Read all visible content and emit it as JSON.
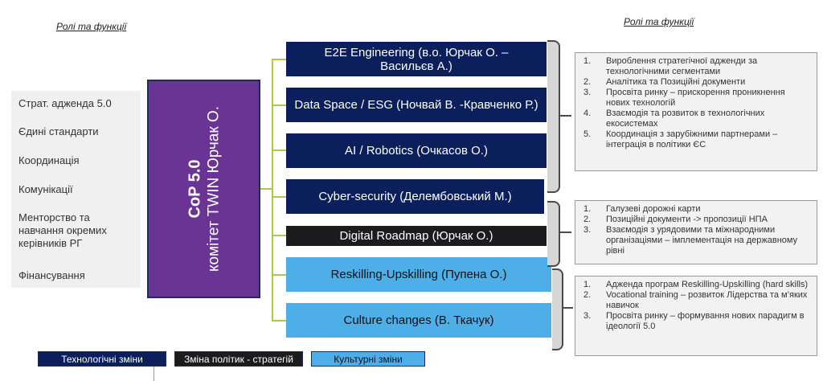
{
  "headings": {
    "left": "Ролі та функції",
    "right": "Ролі та функції"
  },
  "left_panel": {
    "items": [
      "Страт. адженда 5.0",
      "Єдині стандарти",
      "Координація",
      "Комунікації",
      "Менторство та навчання окремих керівників РГ",
      "Фінансування"
    ]
  },
  "central": {
    "title": "CoP 5.0",
    "subtitle": "комітет TWIN Юрчак О."
  },
  "groups": [
    {
      "label": "E2E Engineering (в.о. Юрчак О. – Васильєв А.)",
      "category": "tech"
    },
    {
      "label": "Data Space / ESG (Ночвай В. -Кравченко Р.)",
      "category": "tech"
    },
    {
      "label": "AI / Robotics (Очкасов О.)",
      "category": "tech"
    },
    {
      "label": "Cyber-security (Делембовський М.)",
      "category": "tech"
    },
    {
      "label": "Digital Roadmap (Юрчак О.)",
      "category": "policy"
    },
    {
      "label": "Reskilling-Upskilling (Пупена О.)",
      "category": "culture"
    },
    {
      "label": "Culture changes (В. Ткачук)",
      "category": "culture"
    }
  ],
  "functions": [
    {
      "items": [
        {
          "num": "1.",
          "text": "Вироблення стратегічної адженди за технологічними сегментами"
        },
        {
          "num": "2.",
          "text": "Аналітика та Позиційні документи"
        },
        {
          "num": "3.",
          "text": "Просвіта ринку – прискорення проникнення нових технологій"
        },
        {
          "num": "4.",
          "text": "Взаємодія та розвиток в технологічних екосистемах"
        },
        {
          "num": "5.",
          "text": "Координація з зарубіжними партнерами – інтеграція в політики ЄС"
        }
      ]
    },
    {
      "items": [
        {
          "num": "1.",
          "text": "Галузеві дорожні карти"
        },
        {
          "num": "2.",
          "text": "Позиційні документи -> пропозиції НПА"
        },
        {
          "num": "3.",
          "text": "Взаємодія з урядовими та міжнародними організаціями – імплементація на державному рівні"
        }
      ]
    },
    {
      "items": [
        {
          "num": "1.",
          "text": "Адженда програм Reskilling-Upskilling (hard skills)"
        },
        {
          "num": "2.",
          "text": "Vocational training – розвиток Лідерства та м’яких навичок"
        },
        {
          "num": "3.",
          "text": "Просвіта ринку – формування нових парадигм в ідеології 5.0"
        }
      ]
    }
  ],
  "legend": [
    {
      "label": "Технологічні зміни",
      "color": "#0b1f5c"
    },
    {
      "label": "Зміна політик - стратегій",
      "color": "#1c1c1e"
    },
    {
      "label": "Культурні зміни",
      "color": "#4eaee8"
    }
  ],
  "colors": {
    "central": "#6a3495",
    "tech": "#0b1f5c",
    "policy": "#1c1c1e",
    "culture": "#4eaee8",
    "connector": "#a9c94a"
  }
}
